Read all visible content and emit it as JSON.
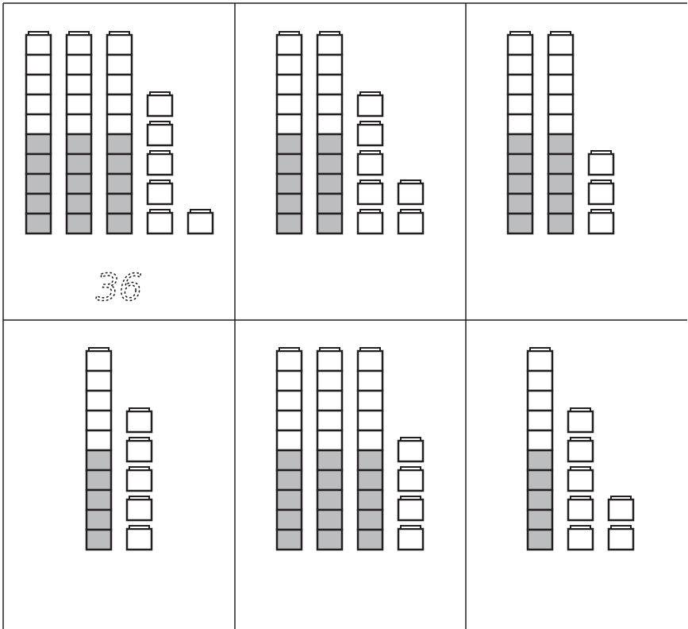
{
  "colors": {
    "line": "#231f20",
    "shaded": "#bcbdbf",
    "unshaded": "#ffffff"
  },
  "panels": [
    {
      "tens": 3,
      "ones": 6,
      "answer": "36"
    },
    {
      "tens": 2,
      "ones": 7,
      "answer": ""
    },
    {
      "tens": 2,
      "ones": 3,
      "answer": ""
    },
    {
      "tens": 1,
      "ones": 5,
      "answer": ""
    },
    {
      "tens": 3,
      "ones": 4,
      "answer": ""
    },
    {
      "tens": 1,
      "ones": 7,
      "answer": ""
    }
  ]
}
